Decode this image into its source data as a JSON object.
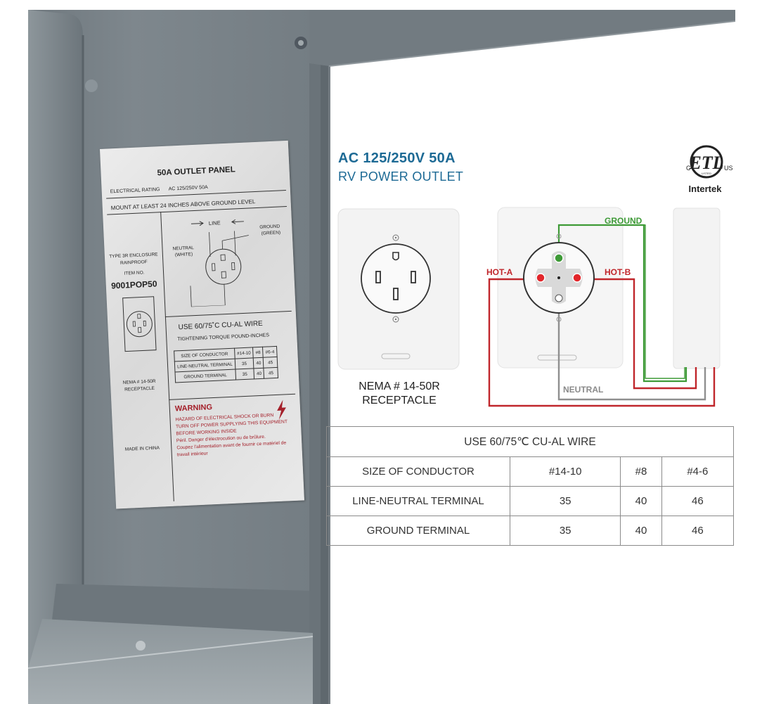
{
  "label": {
    "title": "50A OUTLET PANEL",
    "rating_label": "ELECTRICAL RATING",
    "rating_value": "AC  125/250V  50A",
    "mount": "MOUNT AT LEAST 24 INCHES ABOVE GROUND LEVEL",
    "enclosure_1": "TYPE 3R ENCLOSURE",
    "enclosure_2": "RAINPROOF",
    "item_label": "ITEM NO.",
    "item_no": "9001POP50",
    "nema_1": "NEMA # 14-50R",
    "nema_2": "RECEPTACLE",
    "made_in": "MADE IN CHINA",
    "line": "LINE",
    "ground_1": "GROUND",
    "ground_2": "(GREEN)",
    "neutral_1": "NEUTRAL",
    "neutral_2": "(WHITE)",
    "wire": "USE  60/75˚C CU-AL WIRE",
    "torque": "TIGHTENING TORQUE    POUND-INCHES",
    "table": {
      "header": [
        "SIZE OF CONDUCTOR",
        "#14-10",
        "#8",
        "#6-4"
      ],
      "rows": [
        [
          "LINE-NEUTRAL TERMINAL",
          "35",
          "40",
          "45"
        ],
        [
          "GROUND TERMINAL",
          "35",
          "40",
          "45"
        ]
      ]
    },
    "warning_title": "WARNING",
    "warning_lines": [
      "HAZARD OF ELECTRICAL SHOCK OR BURN",
      "TURN OFF POWER SUPPLYING THIS EQUIPMENT",
      "BEFORE WORKING INSIDE",
      "Péril. Danger d'électrocution ou de brûlure.",
      "Coupez l'alimentation avant de fournir ce matériel de",
      "travail intérieur"
    ]
  },
  "info": {
    "title_line1": "AC  125/250V  50A",
    "title_line2": "RV POWER OUTLET",
    "cert_brand": "Intertek",
    "cert_mark": "ETL",
    "cert_c": "C",
    "cert_us": "US",
    "cert_listed": "LISTED",
    "receptacle_line1": "NEMA # 14-50R",
    "receptacle_line2": "RECEPTACLE",
    "wire_labels": {
      "ground": "GROUND",
      "hot_a": "HOT-A",
      "hot_b": "HOT-B",
      "neutral": "NEUTRAL"
    },
    "wire_colors": {
      "ground": "#3e9a37",
      "hot": "#c0262b",
      "neutral": "#8f8f8f"
    },
    "title_color": "#1d6a95"
  },
  "table": {
    "heading": "USE  60/75℃ CU-AL WIRE",
    "header": [
      "SIZE OF CONDUCTOR",
      "#14-10",
      "#8",
      "#4-6"
    ],
    "rows": [
      [
        "LINE-NEUTRAL TERMINAL",
        "35",
        "40",
        "46"
      ],
      [
        "GROUND TERMINAL",
        "35",
        "40",
        "46"
      ]
    ]
  }
}
